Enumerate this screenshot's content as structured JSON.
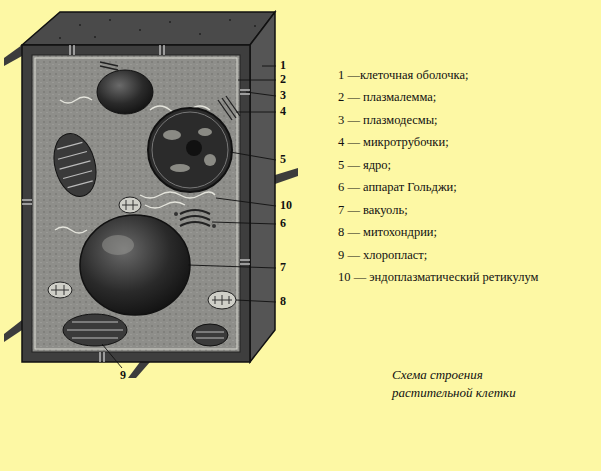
{
  "diagram": {
    "caption": "Схема строения растительной клетки",
    "labels": [
      "1",
      "2",
      "3",
      "4",
      "5",
      "10",
      "6",
      "7",
      "8",
      "9",
      "1 —клеточная оболочка;",
      "2 — плазмалемма;",
      "3 — плазмодесмы;",
      "4 — микротрубочки;",
      "5 — ядро;",
      "6 — аппарат Гольджи;",
      "7 — вакуоль;",
      "8 — митохондрии;",
      "9 — хлоропласт;",
      "10 — эндоплазматический ретикулум"
    ]
  }
}
